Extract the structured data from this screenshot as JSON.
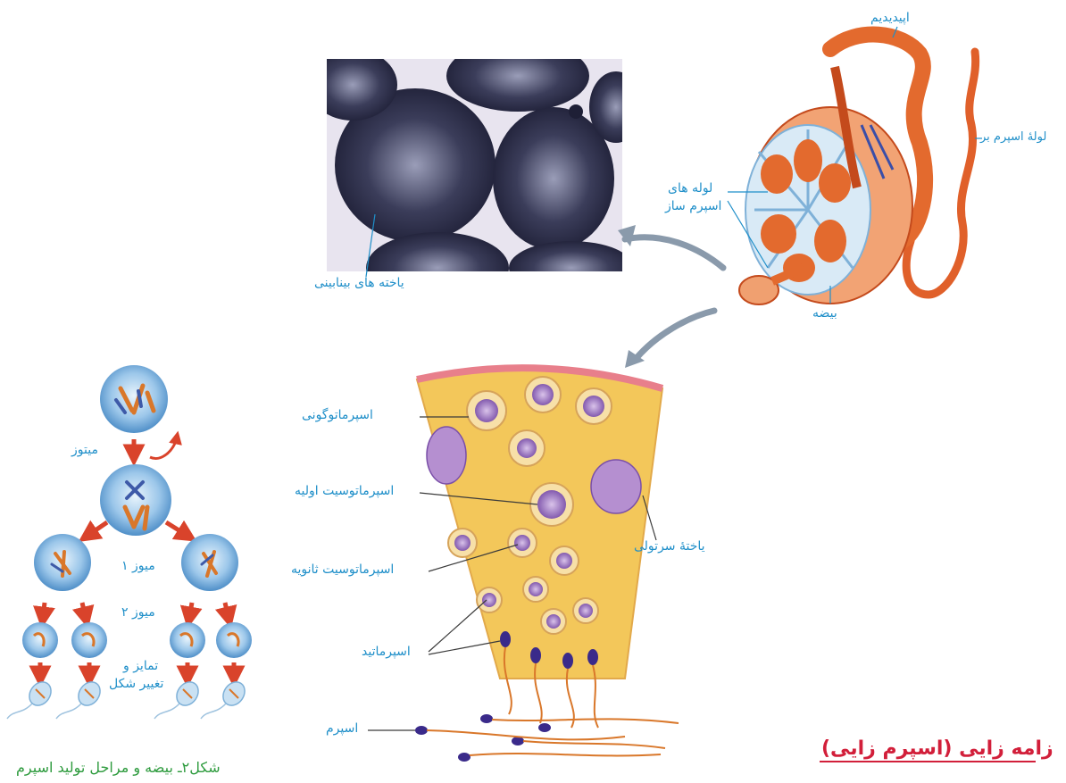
{
  "labels": {
    "epididymis": "اپیدیدیم",
    "vas_deferens": "لولهٔ اسپرم بر",
    "seminiferous_tubules_1": "لوله های",
    "seminiferous_tubules_2": "اسپرم ساز",
    "interstitial_cells": "یاخته های بینابینی",
    "testis": "بیضه",
    "spermatogonia": "اسپرماتوگونی",
    "primary_spermatocyte": "اسپرماتوسیت اولیه",
    "secondary_spermatocyte": "اسپرماتوسیت ثانویه",
    "spermatid": "اسپرماتید",
    "sperm": "اسپرم",
    "sertoli_cell": "یاختهٔ سرتولی",
    "mitosis": "میتوز",
    "meiosis1": "میوز ۱",
    "meiosis2": "میوز ۲",
    "diff_1": "تمایز و",
    "diff_2": "تغییر شکل"
  },
  "captions": {
    "figure": "شکل۲ـ بیضه و مراحل تولید اسپرم",
    "title": "زامه زایی (اسپرم زایی)"
  },
  "colors": {
    "label_blue": "#1f8fc9",
    "title_red": "#d21f3a",
    "caption_green": "#2e9b3e",
    "tissue_yellow": "#f3c75a",
    "cell_blue": "#9fc8ea",
    "tubule_orange": "#e0602a"
  }
}
